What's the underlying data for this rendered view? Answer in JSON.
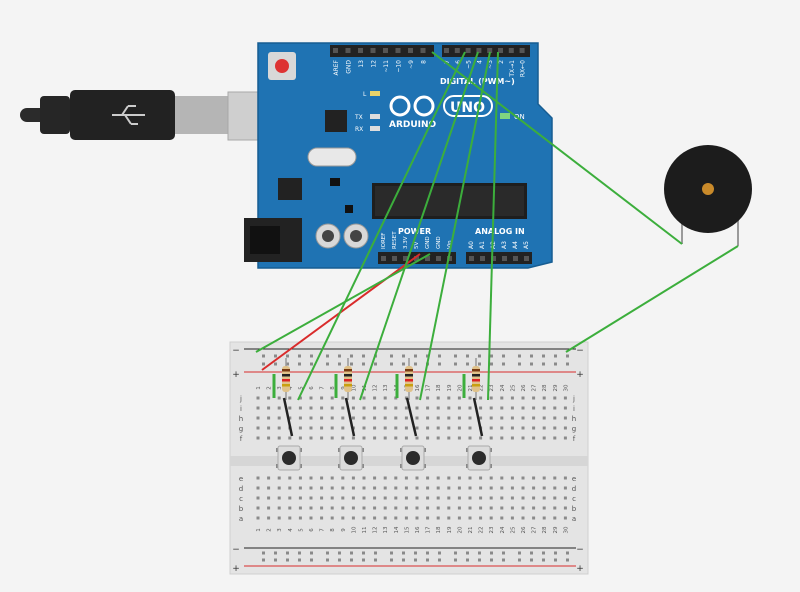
{
  "arduino": {
    "brand": "ARDUINO",
    "model": "UNO",
    "digital_label": "DIGITAL (PWM~)",
    "analog_label": "ANALOG IN",
    "power_label": "POWER",
    "on_label": "ON",
    "l_label": "L",
    "tx_label": "TX",
    "rx_label": "RX",
    "top_pins": [
      "AREF",
      "GND",
      "13",
      "12",
      "~11",
      "~10",
      "~9",
      "8",
      "7",
      "~6",
      "~5",
      "4",
      "~3",
      "2",
      "TX→1",
      "RX←0"
    ],
    "power_pins": [
      "IOREF",
      "RESET",
      "3.3V",
      "5V",
      "GND",
      "GND",
      "Vin"
    ],
    "analog_pins": [
      "A0",
      "A1",
      "A2",
      "A3",
      "A4",
      "A5"
    ]
  },
  "breadboard": {
    "rail_minus": "−",
    "rail_plus": "+",
    "row_letters_top": [
      "j",
      "i",
      "h",
      "g",
      "f"
    ],
    "row_letters_bottom": [
      "e",
      "d",
      "c",
      "b",
      "a"
    ],
    "column_numbers": [
      "1",
      "2",
      "3",
      "4",
      "5",
      "6",
      "7",
      "8",
      "9",
      "10",
      "11",
      "12",
      "13",
      "14",
      "15",
      "16",
      "17",
      "18",
      "19",
      "20",
      "21",
      "22",
      "23",
      "24",
      "25",
      "26",
      "27",
      "28",
      "29",
      "30"
    ]
  },
  "colors": {
    "board_blue": "#1f73b3",
    "wire_green": "#3cae3c",
    "wire_red": "#d92b2b",
    "wire_black": "#222222",
    "breadboard": "#e4e4e4",
    "buzzer": "#1c1c1c"
  }
}
